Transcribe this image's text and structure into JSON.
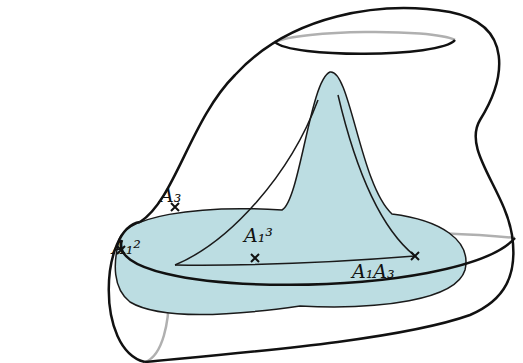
{
  "diagram": {
    "labels": [
      "A₃",
      "A₁²",
      "A₁³",
      "A₁A₃"
    ]
  }
}
